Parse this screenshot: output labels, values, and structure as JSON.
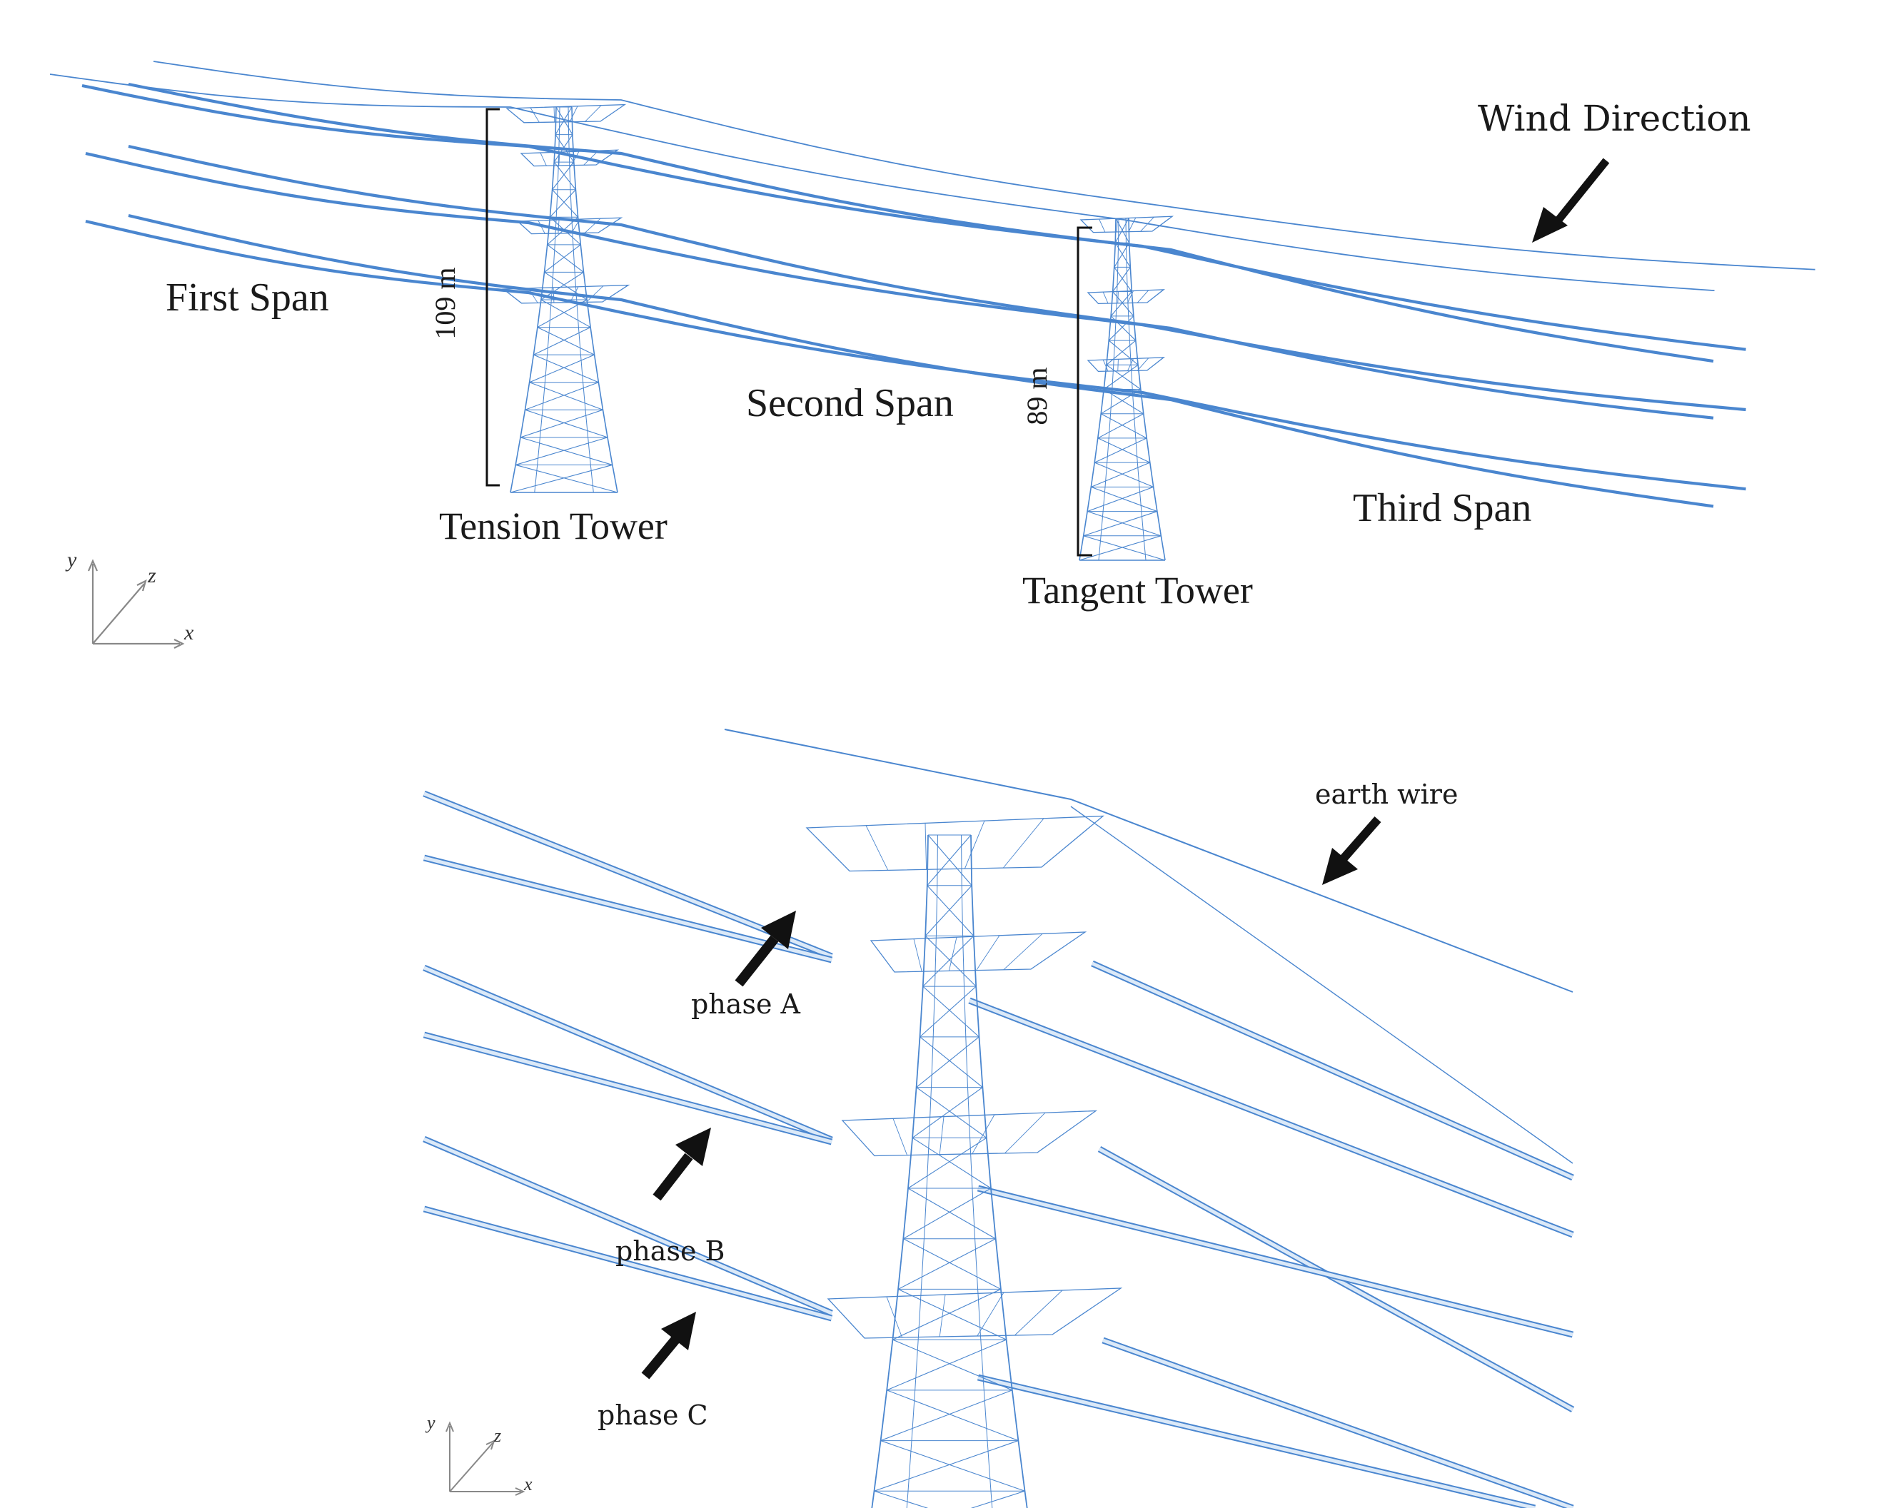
{
  "top_view": {
    "labels": {
      "first_span": "First Span",
      "second_span": "Second Span",
      "third_span": "Third Span",
      "tension_tower": "Tension Tower",
      "tangent_tower": "Tangent Tower",
      "wind_direction": "Wind Direction",
      "height_tension": "109 m",
      "height_tangent": "89 m"
    },
    "axes": {
      "x": "x",
      "y": "y",
      "z": "z"
    }
  },
  "detail_view": {
    "labels": {
      "earth_wire": "earth wire",
      "phase_a": "phase A",
      "phase_b": "phase B",
      "phase_c": "phase C"
    },
    "axes": {
      "x": "x",
      "y": "y",
      "z": "z"
    }
  },
  "colors": {
    "structure": "#4a86cf",
    "structure_light": "#7fb0e6",
    "arrow": "#111111",
    "dimension": "#111111"
  },
  "icons": {
    "wind_arrow": "arrow-down-left-icon",
    "axis_triad": "xyz-axis-icon"
  }
}
